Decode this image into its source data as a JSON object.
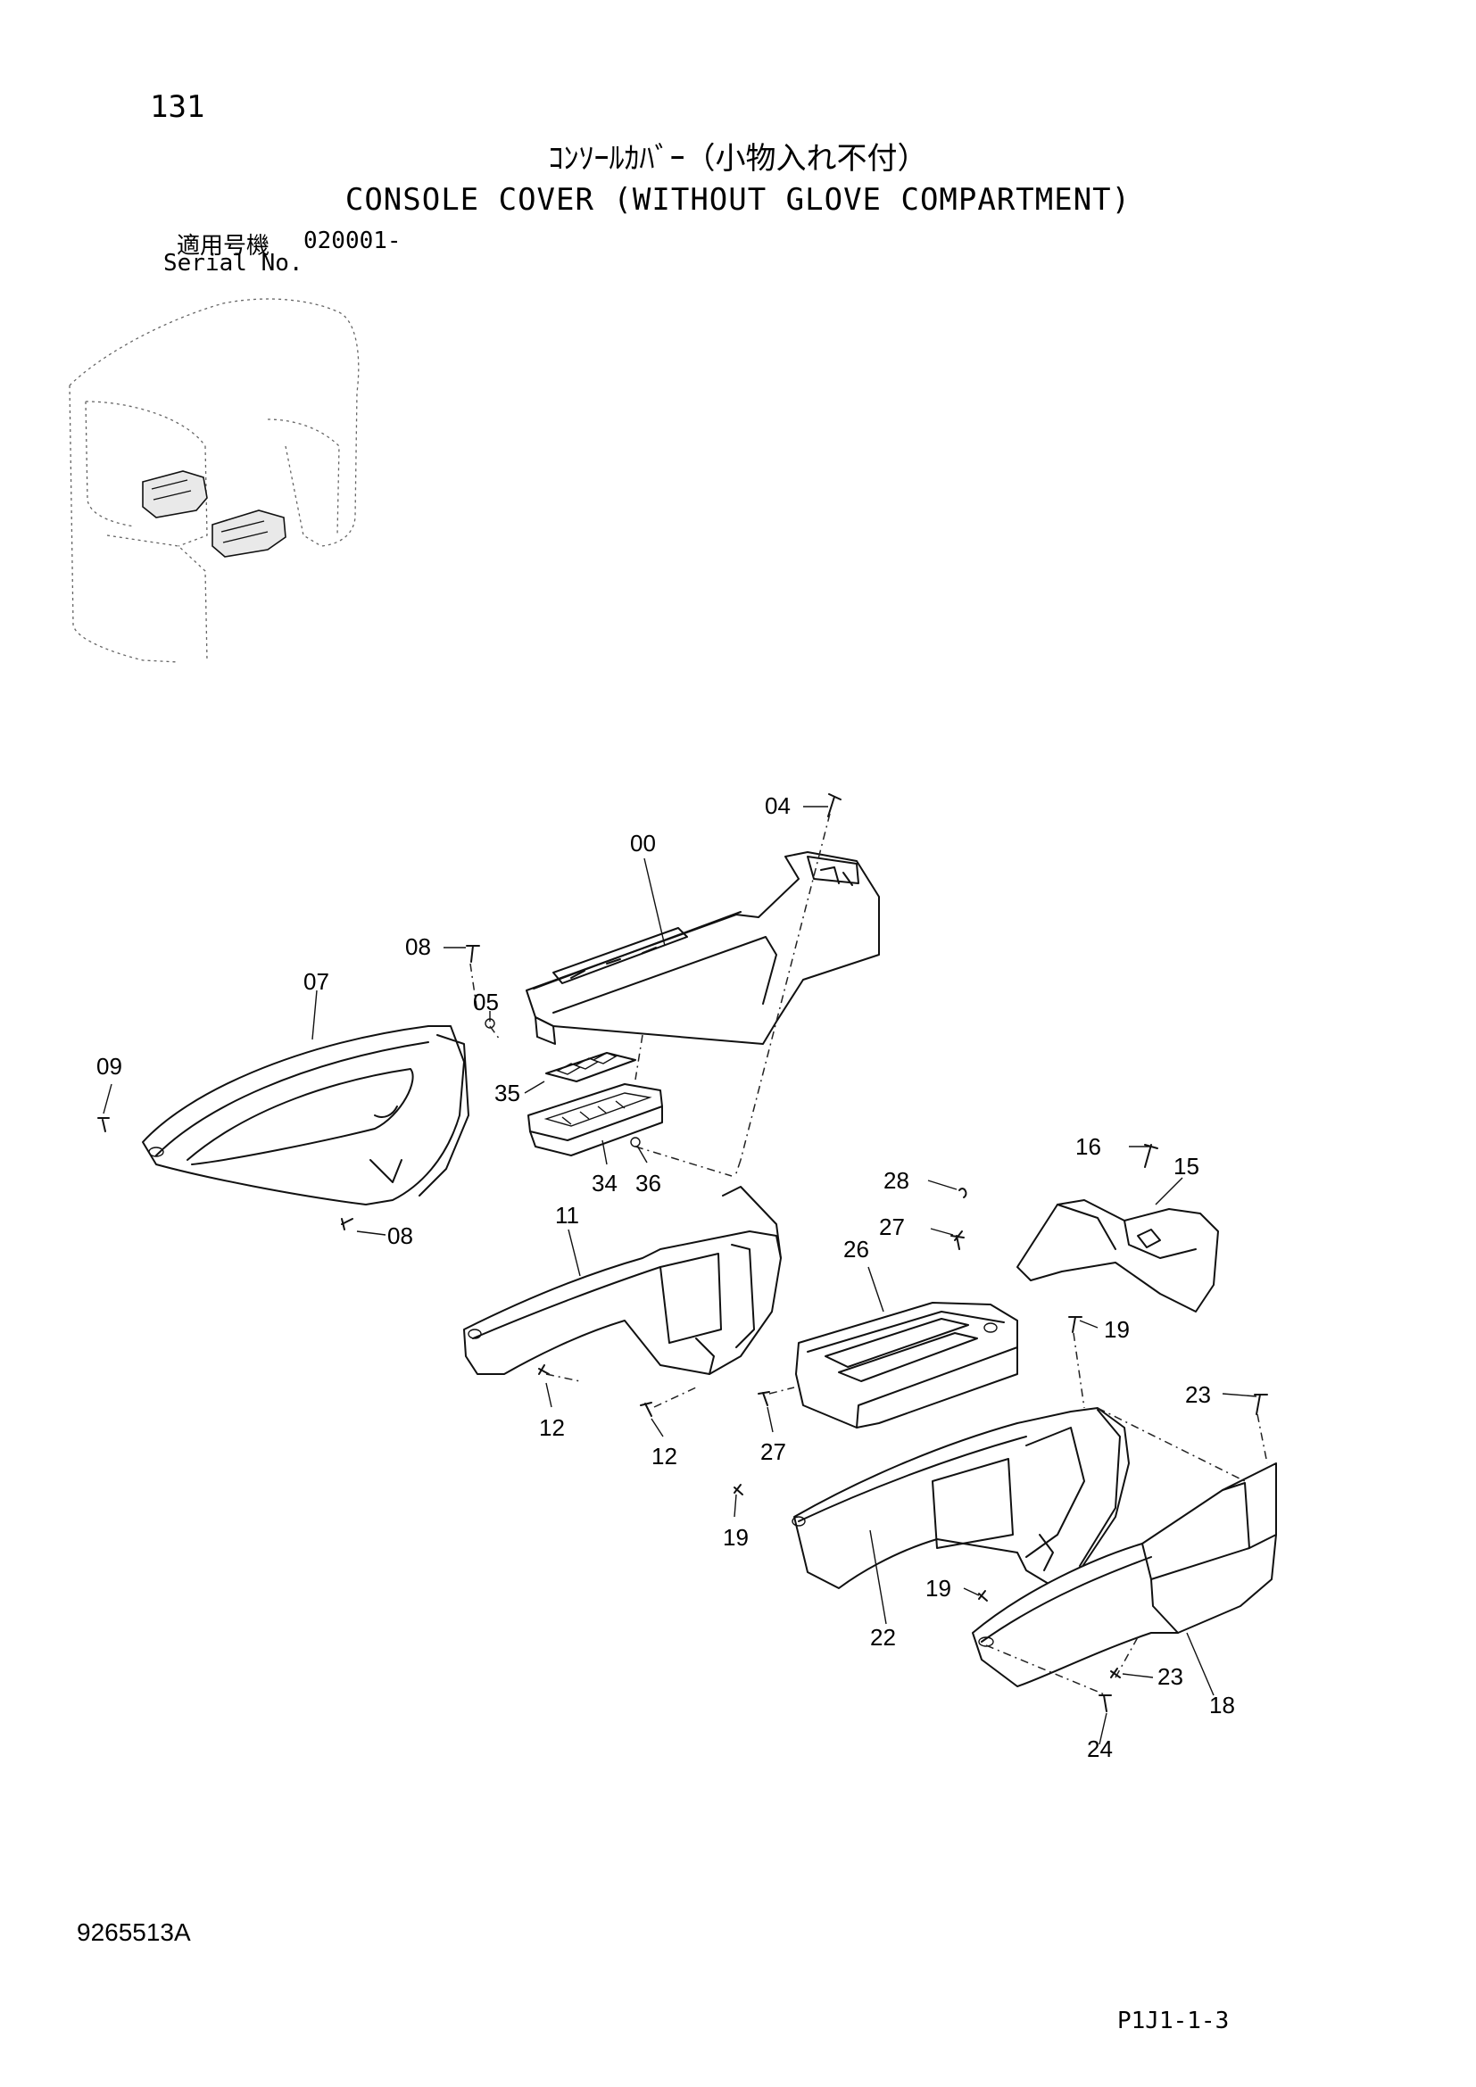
{
  "header": {
    "page_number": "131",
    "title_jp": "ｺﾝｿｰﾙｶﾊﾞｰ（小物入れ不付）",
    "title_en": "CONSOLE COVER (WITHOUT GLOVE COMPARTMENT)",
    "serial_label_jp": "適用号機",
    "serial_value": "020001-",
    "serial_label_en": "Serial No."
  },
  "callouts": [
    {
      "id": "c00",
      "text": "00"
    },
    {
      "id": "c04",
      "text": "04"
    },
    {
      "id": "c05",
      "text": "05"
    },
    {
      "id": "c07",
      "text": "07"
    },
    {
      "id": "c08a",
      "text": "08"
    },
    {
      "id": "c08b",
      "text": "08"
    },
    {
      "id": "c09",
      "text": "09"
    },
    {
      "id": "c35",
      "text": "35"
    },
    {
      "id": "c34",
      "text": "34"
    },
    {
      "id": "c36",
      "text": "36"
    },
    {
      "id": "c11",
      "text": "11"
    },
    {
      "id": "c12a",
      "text": "12"
    },
    {
      "id": "c12b",
      "text": "12"
    },
    {
      "id": "c28",
      "text": "28"
    },
    {
      "id": "c27a",
      "text": "27"
    },
    {
      "id": "c26",
      "text": "26"
    },
    {
      "id": "c27b",
      "text": "27"
    },
    {
      "id": "c16",
      "text": "16"
    },
    {
      "id": "c15",
      "text": "15"
    },
    {
      "id": "c19a",
      "text": "19"
    },
    {
      "id": "c23a",
      "text": "23"
    },
    {
      "id": "c19b",
      "text": "19"
    },
    {
      "id": "c22",
      "text": "22"
    },
    {
      "id": "c19c",
      "text": "19"
    },
    {
      "id": "c23b",
      "text": "23"
    },
    {
      "id": "c18",
      "text": "18"
    },
    {
      "id": "c24",
      "text": "24"
    }
  ],
  "footer": {
    "document_number": "9265513A",
    "page_code": "P1J1-1-3"
  }
}
